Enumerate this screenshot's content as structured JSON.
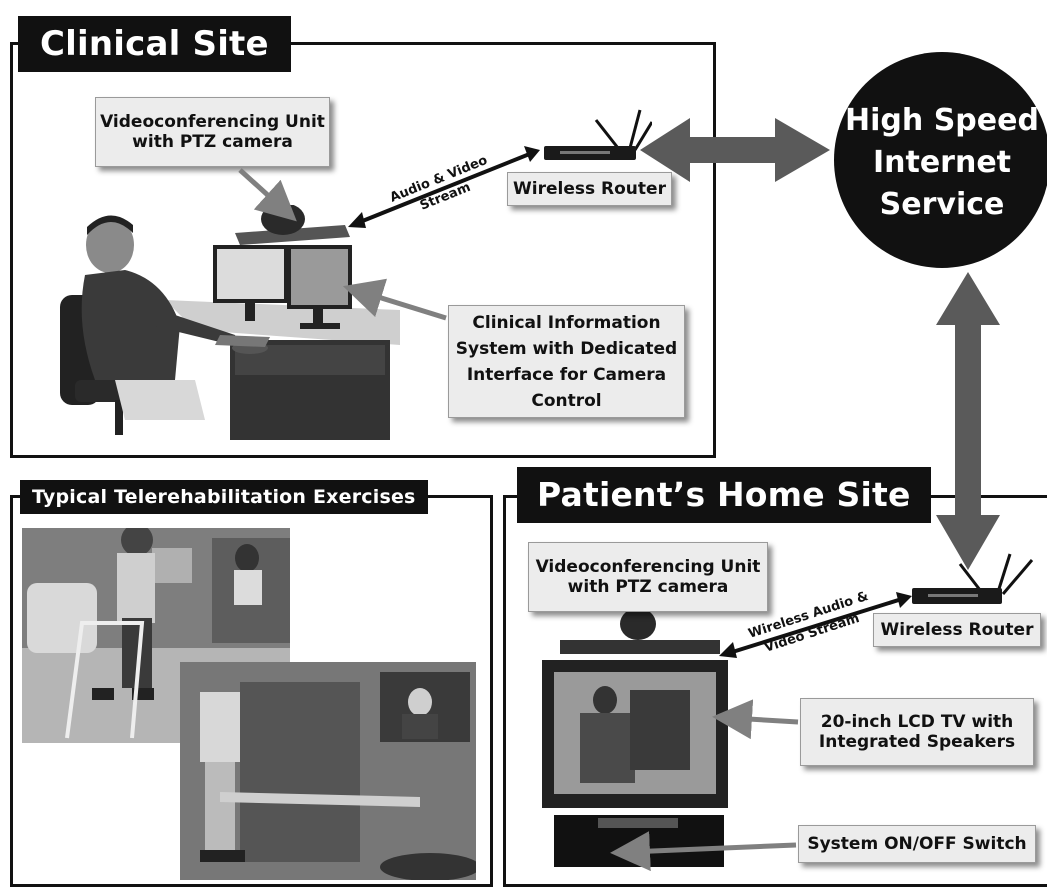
{
  "sections": {
    "clinical_site": "Clinical Site",
    "exercises": "Typical Telerehabilitation Exercises",
    "home_site": "Patient’s Home Site"
  },
  "internet": {
    "line1": "High Speed",
    "line2": "Internet",
    "line3": "Service"
  },
  "clinical": {
    "video_unit": [
      "Videoconferencing Unit",
      "with PTZ camera"
    ],
    "router": "Wireless Router",
    "stream": [
      "Audio & Video",
      "Stream"
    ],
    "info_system": [
      "Clinical Information",
      "System with Dedicated",
      "Interface for Camera",
      "Control"
    ]
  },
  "home": {
    "video_unit": [
      "Videoconferencing Unit",
      "with PTZ camera"
    ],
    "router": "Wireless Router",
    "stream": [
      "Wireless Audio &",
      "Video Stream"
    ],
    "tv": [
      "20-inch LCD TV with",
      "Integrated Speakers"
    ],
    "switch": "System ON/OFF Switch"
  },
  "colors": {
    "frame": "#111111",
    "callout_fill": "#ececec",
    "arrow": "#5a5a5a",
    "pointer": "#808080"
  }
}
